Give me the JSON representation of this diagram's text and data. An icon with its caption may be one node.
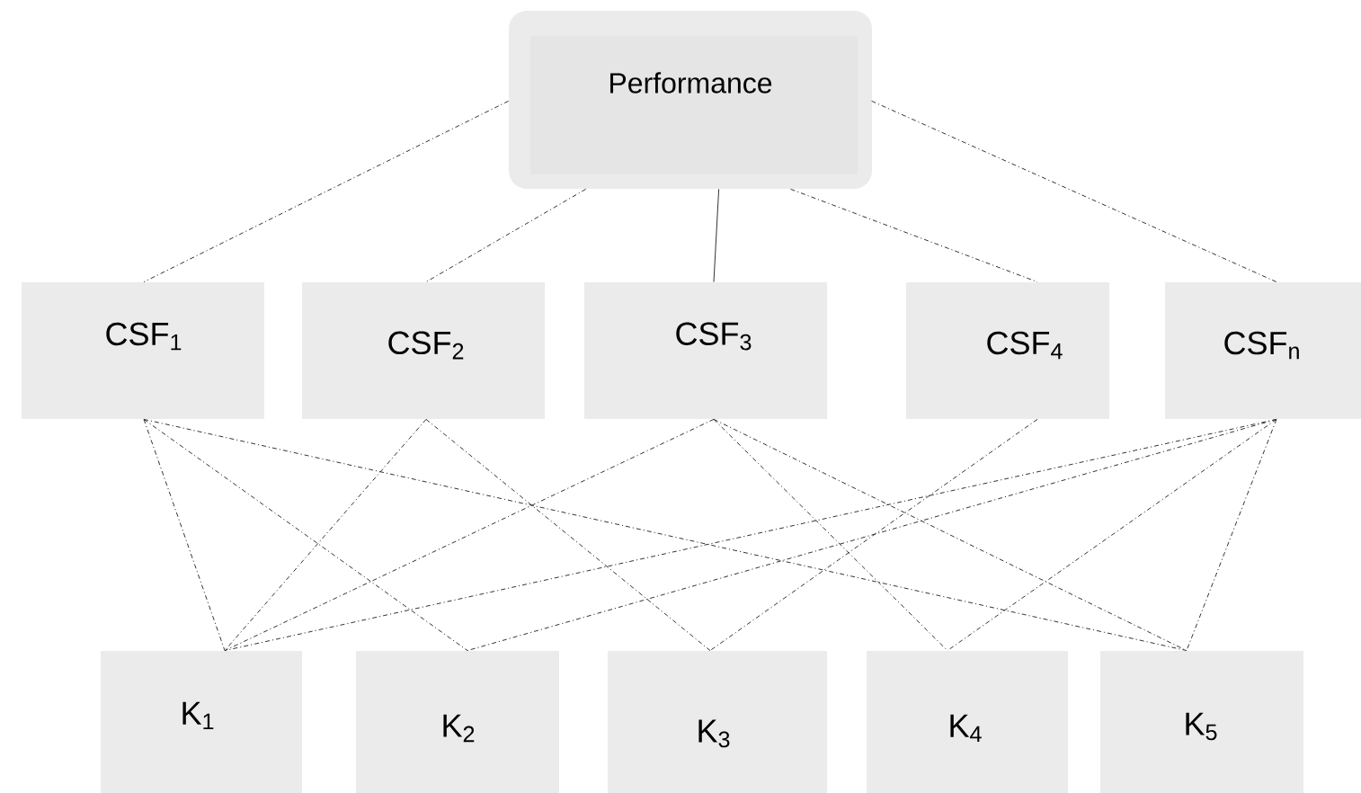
{
  "diagram": {
    "nodes": [
      {
        "text": [
          "Performance"
        ]
      },
      {
        "text": [
          "CSF$_{1}$"
        ]
      },
      {
        "text": [
          "CSF$_{2}$"
        ]
      },
      {
        "text": [
          "CSF$_{3}$"
        ]
      },
      {
        "text": [
          "CSF$_{4}$"
        ]
      },
      {
        "text": [
          "CSF$_{n}$"
        ]
      },
      {
        "text": [
          "K$_{1}$"
        ]
      },
      {
        "text": [
          "K$_{2}$"
        ]
      },
      {
        "text": [
          "K$_{3}$"
        ]
      },
      {
        "text": [
          "K$_{4}$"
        ]
      },
      {
        "text": [
          "K$_{5}$"
        ]
      }
    ],
    "edges": [
      {
        "from": 0,
        "to": 1,
        "arrow": "none",
        "style": "dashed"
      },
      {
        "from": 0,
        "to": 2,
        "arrow": "none",
        "style": "dashed"
      },
      {
        "from": 0,
        "to": 3,
        "arrow": "none"
      },
      {
        "from": 0,
        "to": 4,
        "arrow": "none",
        "style": "dashed"
      },
      {
        "from": 0,
        "to": 5,
        "arrow": "none",
        "style": "dashed"
      },
      {
        "from": 1,
        "to": 6,
        "arrow": "none",
        "style": "dashed"
      },
      {
        "from": 1,
        "to": 7,
        "arrow": "none",
        "style": "dashed"
      },
      {
        "from": 1,
        "to": 10,
        "arrow": "none",
        "style": "dashed"
      },
      {
        "from": 2,
        "to": 6,
        "arrow": "none",
        "style": "dashed"
      },
      {
        "from": 2,
        "to": 8,
        "arrow": "none",
        "style": "dashed"
      },
      {
        "from": 3,
        "to": 6,
        "arrow": "none",
        "style": "dashed"
      },
      {
        "from": 3,
        "to": 9,
        "arrow": "none",
        "style": "dashed"
      },
      {
        "from": 3,
        "to": 10,
        "arrow": "none",
        "style": "dashed"
      },
      {
        "from": 4,
        "to": 8,
        "arrow": "none",
        "style": "dashed"
      },
      {
        "from": 5,
        "to": 6,
        "arrow": "none",
        "style": "dashed"
      },
      {
        "from": 5,
        "to": 7,
        "arrow": "none",
        "style": "dashed"
      },
      {
        "from": 5,
        "to": 9,
        "arrow": "none",
        "style": "dashed"
      },
      {
        "from": 5,
        "to": 10,
        "arrow": "none",
        "style": "dashed"
      }
    ]
  }
}
